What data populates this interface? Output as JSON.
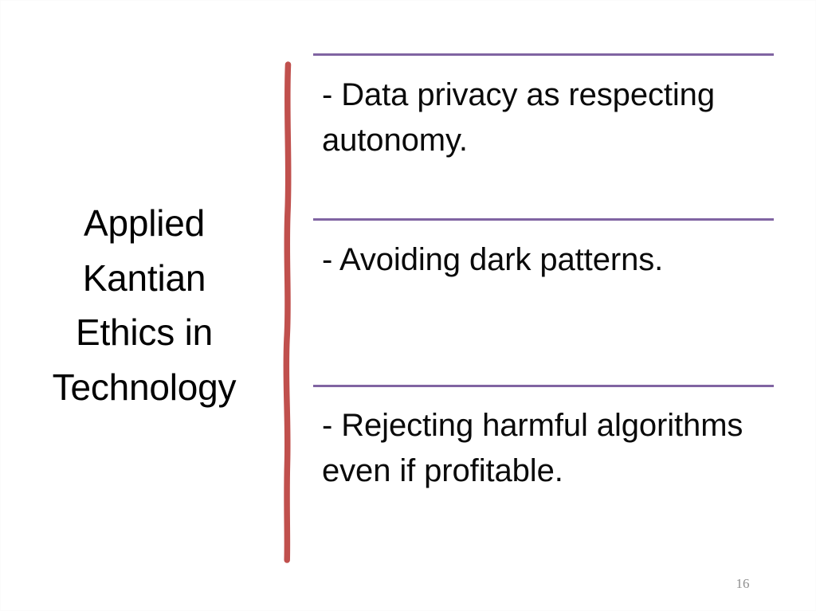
{
  "slide": {
    "title_lines": [
      "Applied",
      "Kantian",
      "Ethics in",
      "Technology"
    ],
    "bullets": [
      "- Data privacy as respecting autonomy.",
      "- Avoiding dark patterns.",
      "- Rejecting harmful algorithms even if profitable."
    ],
    "page_number": "16",
    "colors": {
      "rule_purple": "#8064A2",
      "divider_red": "#C0504D",
      "text": "#000000",
      "page_number": "#909090",
      "background": "#FFFFFF"
    },
    "icons": {
      "divider": "vertical-brush-stroke-icon"
    }
  }
}
